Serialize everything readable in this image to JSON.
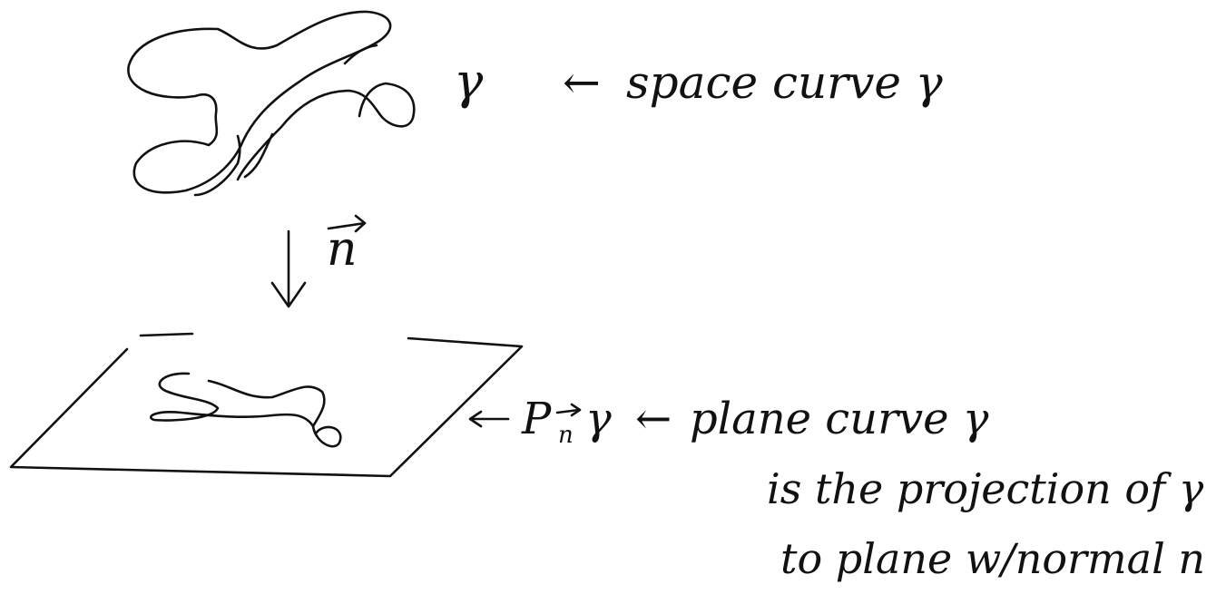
{
  "labels": {
    "gamma_top": "γ",
    "arrow_left": "←",
    "space_curve": "space curve γ",
    "normal": "n",
    "projection_P": "P",
    "projection_sub": "n",
    "projection_gamma": "γ",
    "plane_curve": "plane curve γ",
    "line1": "is the projection of γ",
    "line2": "to plane w/normal n"
  },
  "colors": {
    "ink": "#111111",
    "background": "#ffffff"
  }
}
